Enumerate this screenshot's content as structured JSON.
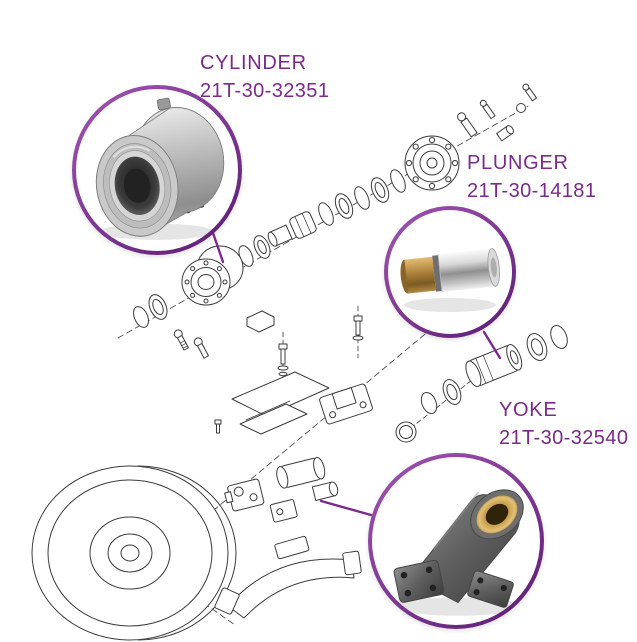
{
  "callouts": [
    {
      "label": "CYLINDER",
      "part_number": "21T-30-32351"
    },
    {
      "label": "PLUNGER",
      "part_number": "21T-30-14181"
    },
    {
      "label": "YOKE",
      "part_number": "21T-30-32540"
    }
  ],
  "colors": {
    "accent": "#7b2a8c",
    "ring_gradient_start": "#a355b5",
    "ring_gradient_end": "#5a1c72",
    "diagram_line": "#3c3c3c"
  }
}
